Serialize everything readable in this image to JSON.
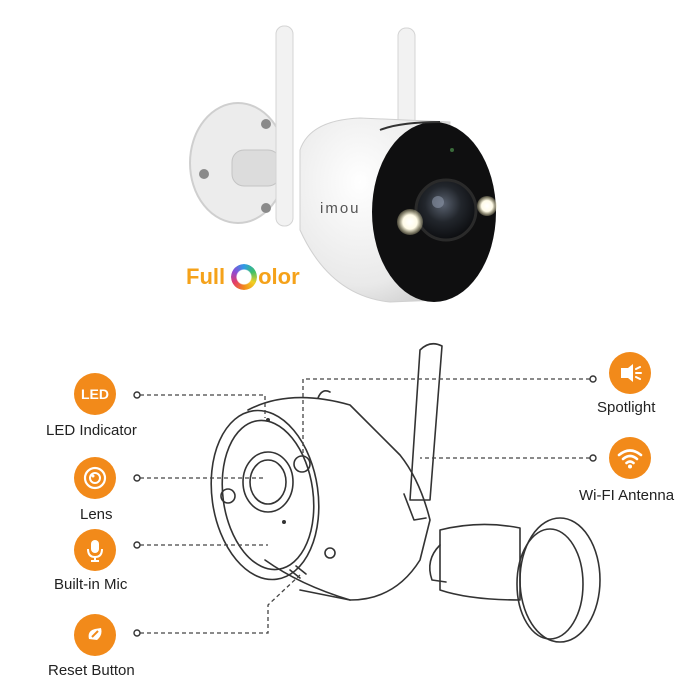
{
  "product": {
    "brand_logo": "imou",
    "badge_word1": "Full",
    "badge_word2": "olor"
  },
  "features_left": [
    {
      "icon": "led-icon",
      "badge_text": "LED",
      "label": "LED Indicator"
    },
    {
      "icon": "lens-icon",
      "label": "Lens"
    },
    {
      "icon": "microphone-icon",
      "label": "Built-in Mic"
    },
    {
      "icon": "reset-icon",
      "label": "Reset Button"
    }
  ],
  "features_right": [
    {
      "icon": "spotlight-icon",
      "label": "Spotlight"
    },
    {
      "icon": "wifi-icon",
      "label": "Wi-FI Antenna"
    }
  ],
  "colors": {
    "accent": "#f28a1a",
    "camera_face": "#111111",
    "line": "#333333"
  }
}
